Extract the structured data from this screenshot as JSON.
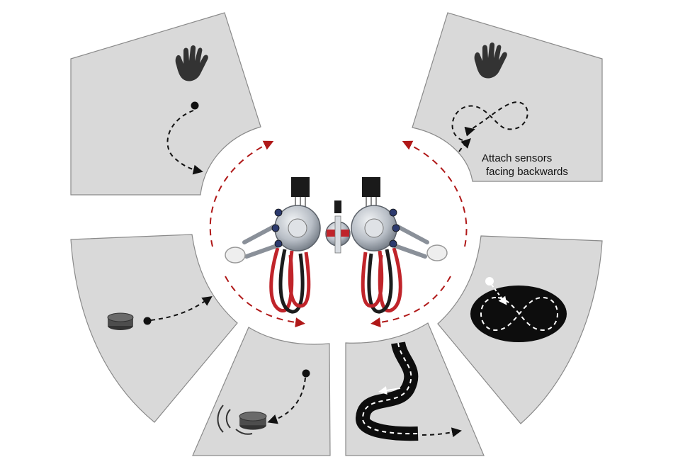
{
  "panels": [
    {
      "id": "top-left",
      "behavior": "hand-follow"
    },
    {
      "id": "top-right",
      "behavior": "hand-figure-eight",
      "label_lines": [
        "Attach sensors",
        "facing backwards"
      ]
    },
    {
      "id": "middle-left",
      "behavior": "approach-object"
    },
    {
      "id": "bottom-left",
      "behavior": "avoid-vibrating-object"
    },
    {
      "id": "bottom-right",
      "behavior": "line-following"
    },
    {
      "id": "middle-right",
      "behavior": "figure-eight-track"
    }
  ],
  "colors": {
    "panel_fill": "#d9d9d9",
    "panel_stroke": "#8a8a8a",
    "arrow_red": "#b01818",
    "wire_red": "#c0242a",
    "wire_black": "#1c1c1c",
    "robot_metal": "#b8bec6"
  },
  "icons": [
    "hand-icon",
    "object-puck-icon",
    "robot-icon"
  ]
}
